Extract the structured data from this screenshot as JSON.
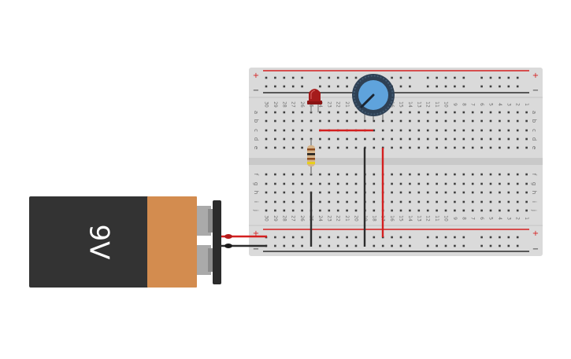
{
  "battery": {
    "label": "9V",
    "body_color": "#333333",
    "label_color": "#ffffff",
    "band_color": "#d38c4f",
    "terminal_color": "#aaaaaa",
    "clip_color": "#2b2b2b"
  },
  "breadboard": {
    "body_color": "#dadada",
    "hole_color": "#3e3e3e",
    "rail_red": "#d41f1f",
    "rail_black": "#2d2d2d",
    "rail_plus": "+",
    "rail_minus": "−",
    "columns": 30,
    "rows_top": [
      "a",
      "b",
      "c",
      "d",
      "e"
    ],
    "rows_bottom": [
      "f",
      "g",
      "h",
      "i",
      "j"
    ]
  },
  "components": {
    "led_color": "#a51b1b",
    "resistor_color": "#d6b48a",
    "potentiometer_body": "#2e4054",
    "potentiometer_knob": "#5fa3dc"
  },
  "wires": {
    "red": "#d41f1f",
    "black": "#2d2d2d"
  }
}
